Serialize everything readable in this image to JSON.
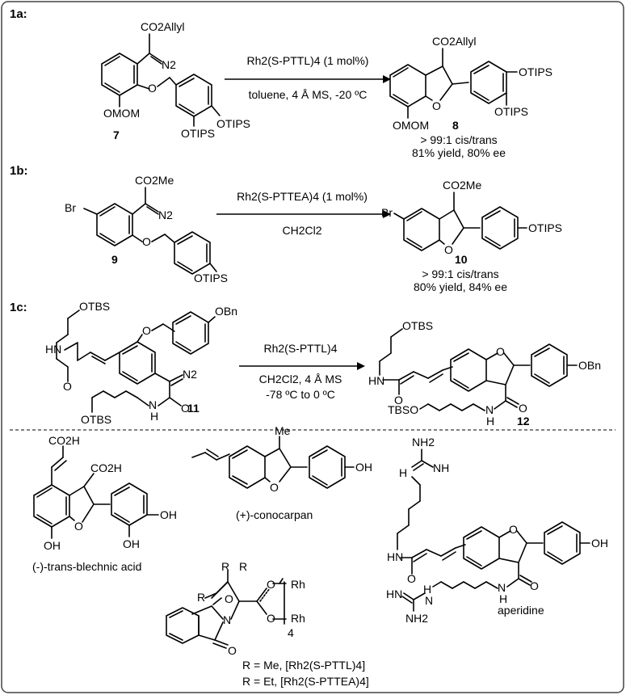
{
  "sections": [
    {
      "label": "1a:",
      "sm_num": "7",
      "prod_num": "8",
      "cond_top": "Rh2(S-PTTL)4 (1 mol%)",
      "cond_bot": "toluene, 4 Å MS, -20 ºC",
      "res1": "> 99:1 cis/trans",
      "res2": "81% yield, 80% ee"
    },
    {
      "label": "1b:",
      "sm_num": "9",
      "prod_num": "10",
      "cond_top": "Rh2(S-PTTEA)4 (1 mol%)",
      "cond_bot": "CH2Cl2",
      "res1": "> 99:1 cis/trans",
      "res2": "80% yield, 84% ee"
    },
    {
      "label": "1c:",
      "sm_num": "11",
      "prod_num": "12",
      "cond_top": "Rh2(S-PTTL)4",
      "cond_bot": "CH2Cl2, 4 Å MS",
      "cond_bot2": "-78 ºC to 0 ºC"
    }
  ],
  "groups": {
    "co2allyl": "CO2Allyl",
    "co2me": "CO2Me",
    "n2": "N2",
    "otips": "OTIPS",
    "omom": "OMOM",
    "br": "Br",
    "otbs": "OTBS",
    "obn": "OBn",
    "tbso": "TBSO",
    "hn": "HN",
    "h": "H",
    "o": "O",
    "n": "N",
    "me": "Me",
    "oh": "OH",
    "co2h": "CO2H",
    "nh2": "NH2",
    "nh": "NH",
    "rh": "Rh",
    "r": "R"
  },
  "natural_products": [
    {
      "name": "(-)-trans-blechnic acid"
    },
    {
      "name": "(+)-conocarpan"
    },
    {
      "name": "aperidine"
    }
  ],
  "catalyst": {
    "r_me": "R = Me, [Rh2(S-PTTL)4]",
    "r_et": "R = Et, [Rh2(S-PTTEA)4]",
    "sub4": "4"
  }
}
